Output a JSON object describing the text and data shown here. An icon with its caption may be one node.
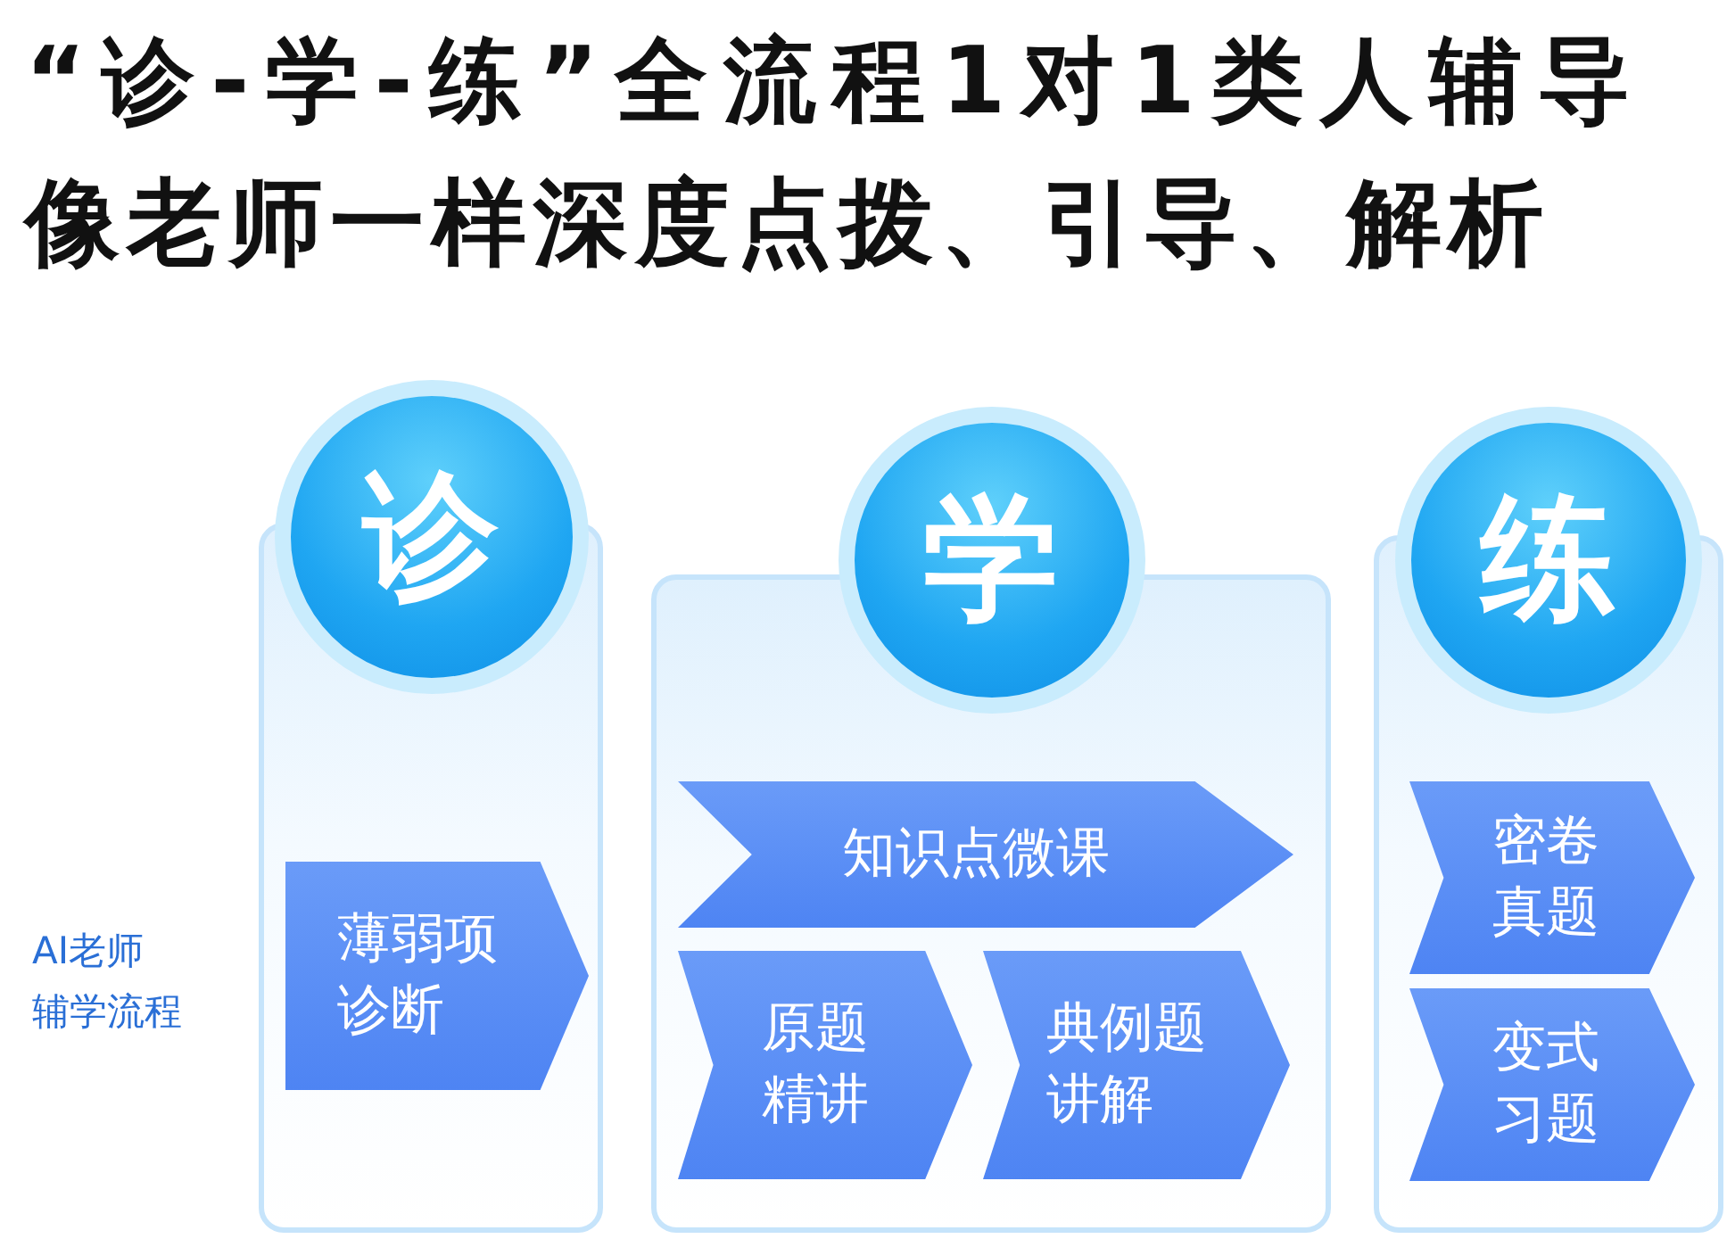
{
  "diagram": {
    "title": "“诊-学-练”全流程1对1类人辅导像老师一样深度点拨、引导、解析",
    "nodes": [
      {
        "text": [
          "诊"
        ]
      },
      {
        "text": [
          "薄弱项诊断"
        ],
        "in": 0
      },
      {
        "text": [
          "学"
        ]
      },
      {
        "text": [
          "知识点微课"
        ],
        "in": 2
      },
      {
        "text": [
          "原题精讲"
        ],
        "in": 2
      },
      {
        "text": [
          "典例题讲解"
        ],
        "in": 2
      },
      {
        "text": [
          "练"
        ]
      },
      {
        "text": [
          "密卷真题"
        ],
        "in": 6
      },
      {
        "text": [
          "变式习题"
        ],
        "in": 6
      }
    ],
    "labels": [
      "AI老师辅学流程"
    ]
  }
}
